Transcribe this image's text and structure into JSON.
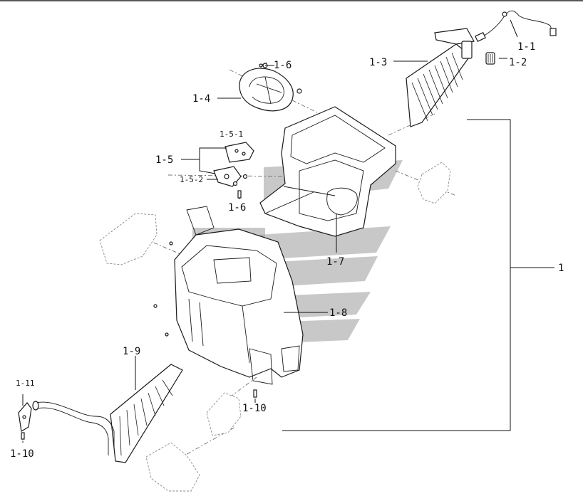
{
  "labels": {
    "l1": "1",
    "l1_1": "1-1",
    "l1_2": "1-2",
    "l1_3": "1-3",
    "l1_4": "1-4",
    "l1_5": "1-5",
    "l1_5_1": "1-5-1",
    "l1_5_2": "1-5-2",
    "l1_6_top": "1-6",
    "l1_6_bottom": "1-6",
    "l1_7": "1-7",
    "l1_8": "1-8",
    "l1_9": "1-9",
    "l1_10_center": "1-10",
    "l1_10_left": "1-10",
    "l1_11": "1-11"
  }
}
